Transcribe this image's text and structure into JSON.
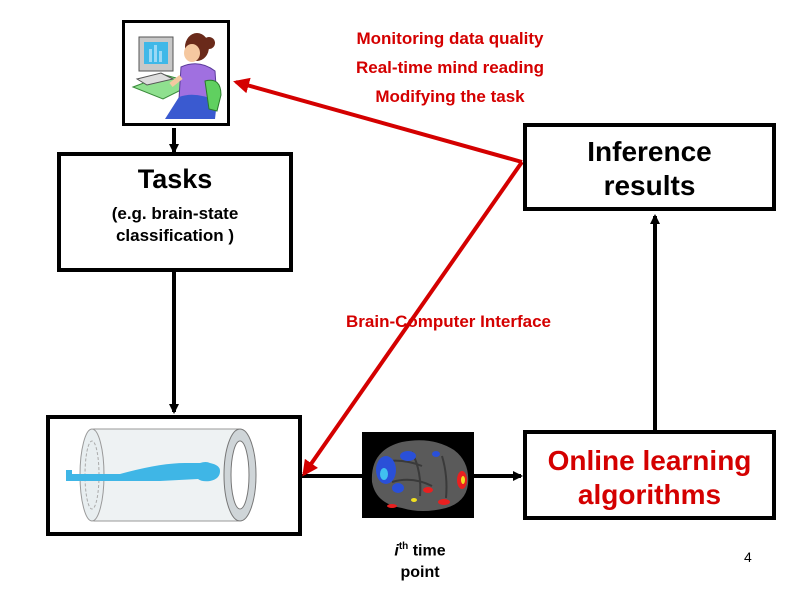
{
  "colors": {
    "accent_red": "#d40000",
    "line": "#000000"
  },
  "feedback_labels": [
    "Monitoring data quality",
    "Real-time mind reading",
    "Modifying the task"
  ],
  "tasks_box": {
    "title": "Tasks",
    "subtitle_line1": "(e.g. brain-state",
    "subtitle_line2": "classification )"
  },
  "inference_box": {
    "line1": "Inference",
    "line2": "results"
  },
  "online_box": {
    "line1": "Online learning",
    "line2": "algorithms"
  },
  "bci_label": "Brain-Computer Interface",
  "time_point": {
    "italic": "i",
    "sup": "th",
    "word": "time",
    "line2": "point"
  },
  "page_number": "4",
  "icons": {
    "user": "person-at-computer-icon",
    "scanner": "mri-scanner-icon",
    "brain": "brain-activation-map-icon"
  }
}
